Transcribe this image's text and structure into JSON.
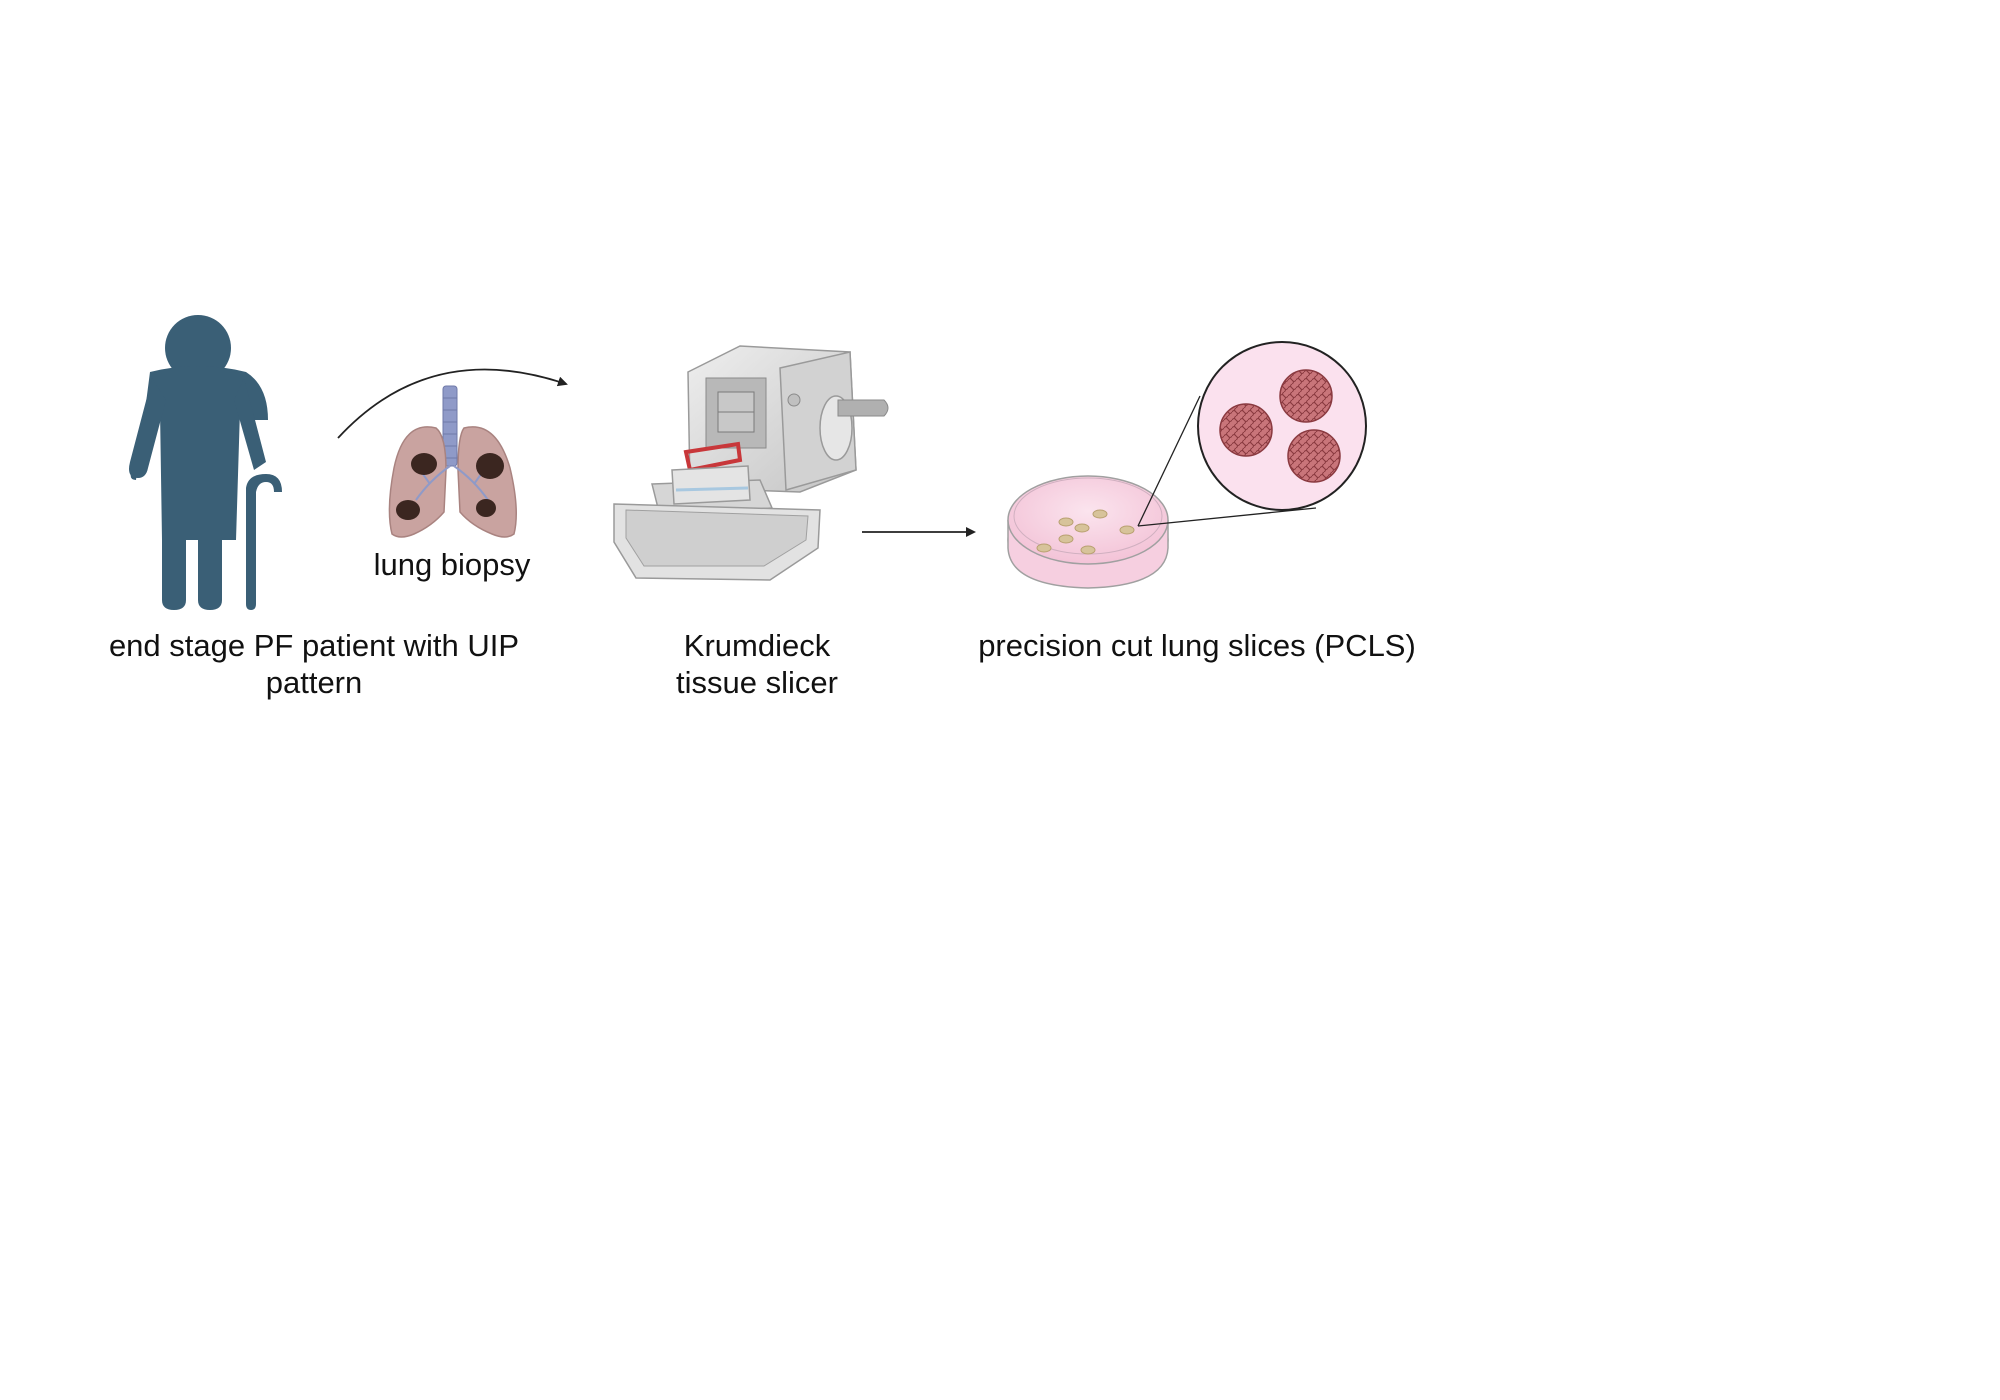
{
  "labels": {
    "patient_line1": "end stage PF patient with UIP",
    "patient_line2": "pattern",
    "biopsy": "lung biopsy",
    "slicer_line1": "Krumdieck",
    "slicer_line2": "tissue slicer",
    "pcls": "precision cut lung slices (PCLS)"
  },
  "colors": {
    "patient": "#3a5f76",
    "lung_tissue": "#c9a3a0",
    "lesion": "#3b2620",
    "trachea": "#8f9ac8",
    "slicer_body": "#dcdcdc",
    "blade_frame": "#c8373a",
    "dish_medium": "#f6cfe0",
    "slice_sample": "#d7c39a",
    "zoom_bg": "#fbe1ee",
    "slice_tissue": "#b45a5f",
    "arrow": "#222222"
  },
  "icons": {
    "patient": "elderly-person-with-cane-icon",
    "lungs": "lungs-with-lesions-icon",
    "slicer": "krumdieck-tissue-slicer-icon",
    "dish": "petri-dish-icon",
    "magnifier": "zoom-circle-icon",
    "tissue_slice": "lung-slice-icon"
  }
}
